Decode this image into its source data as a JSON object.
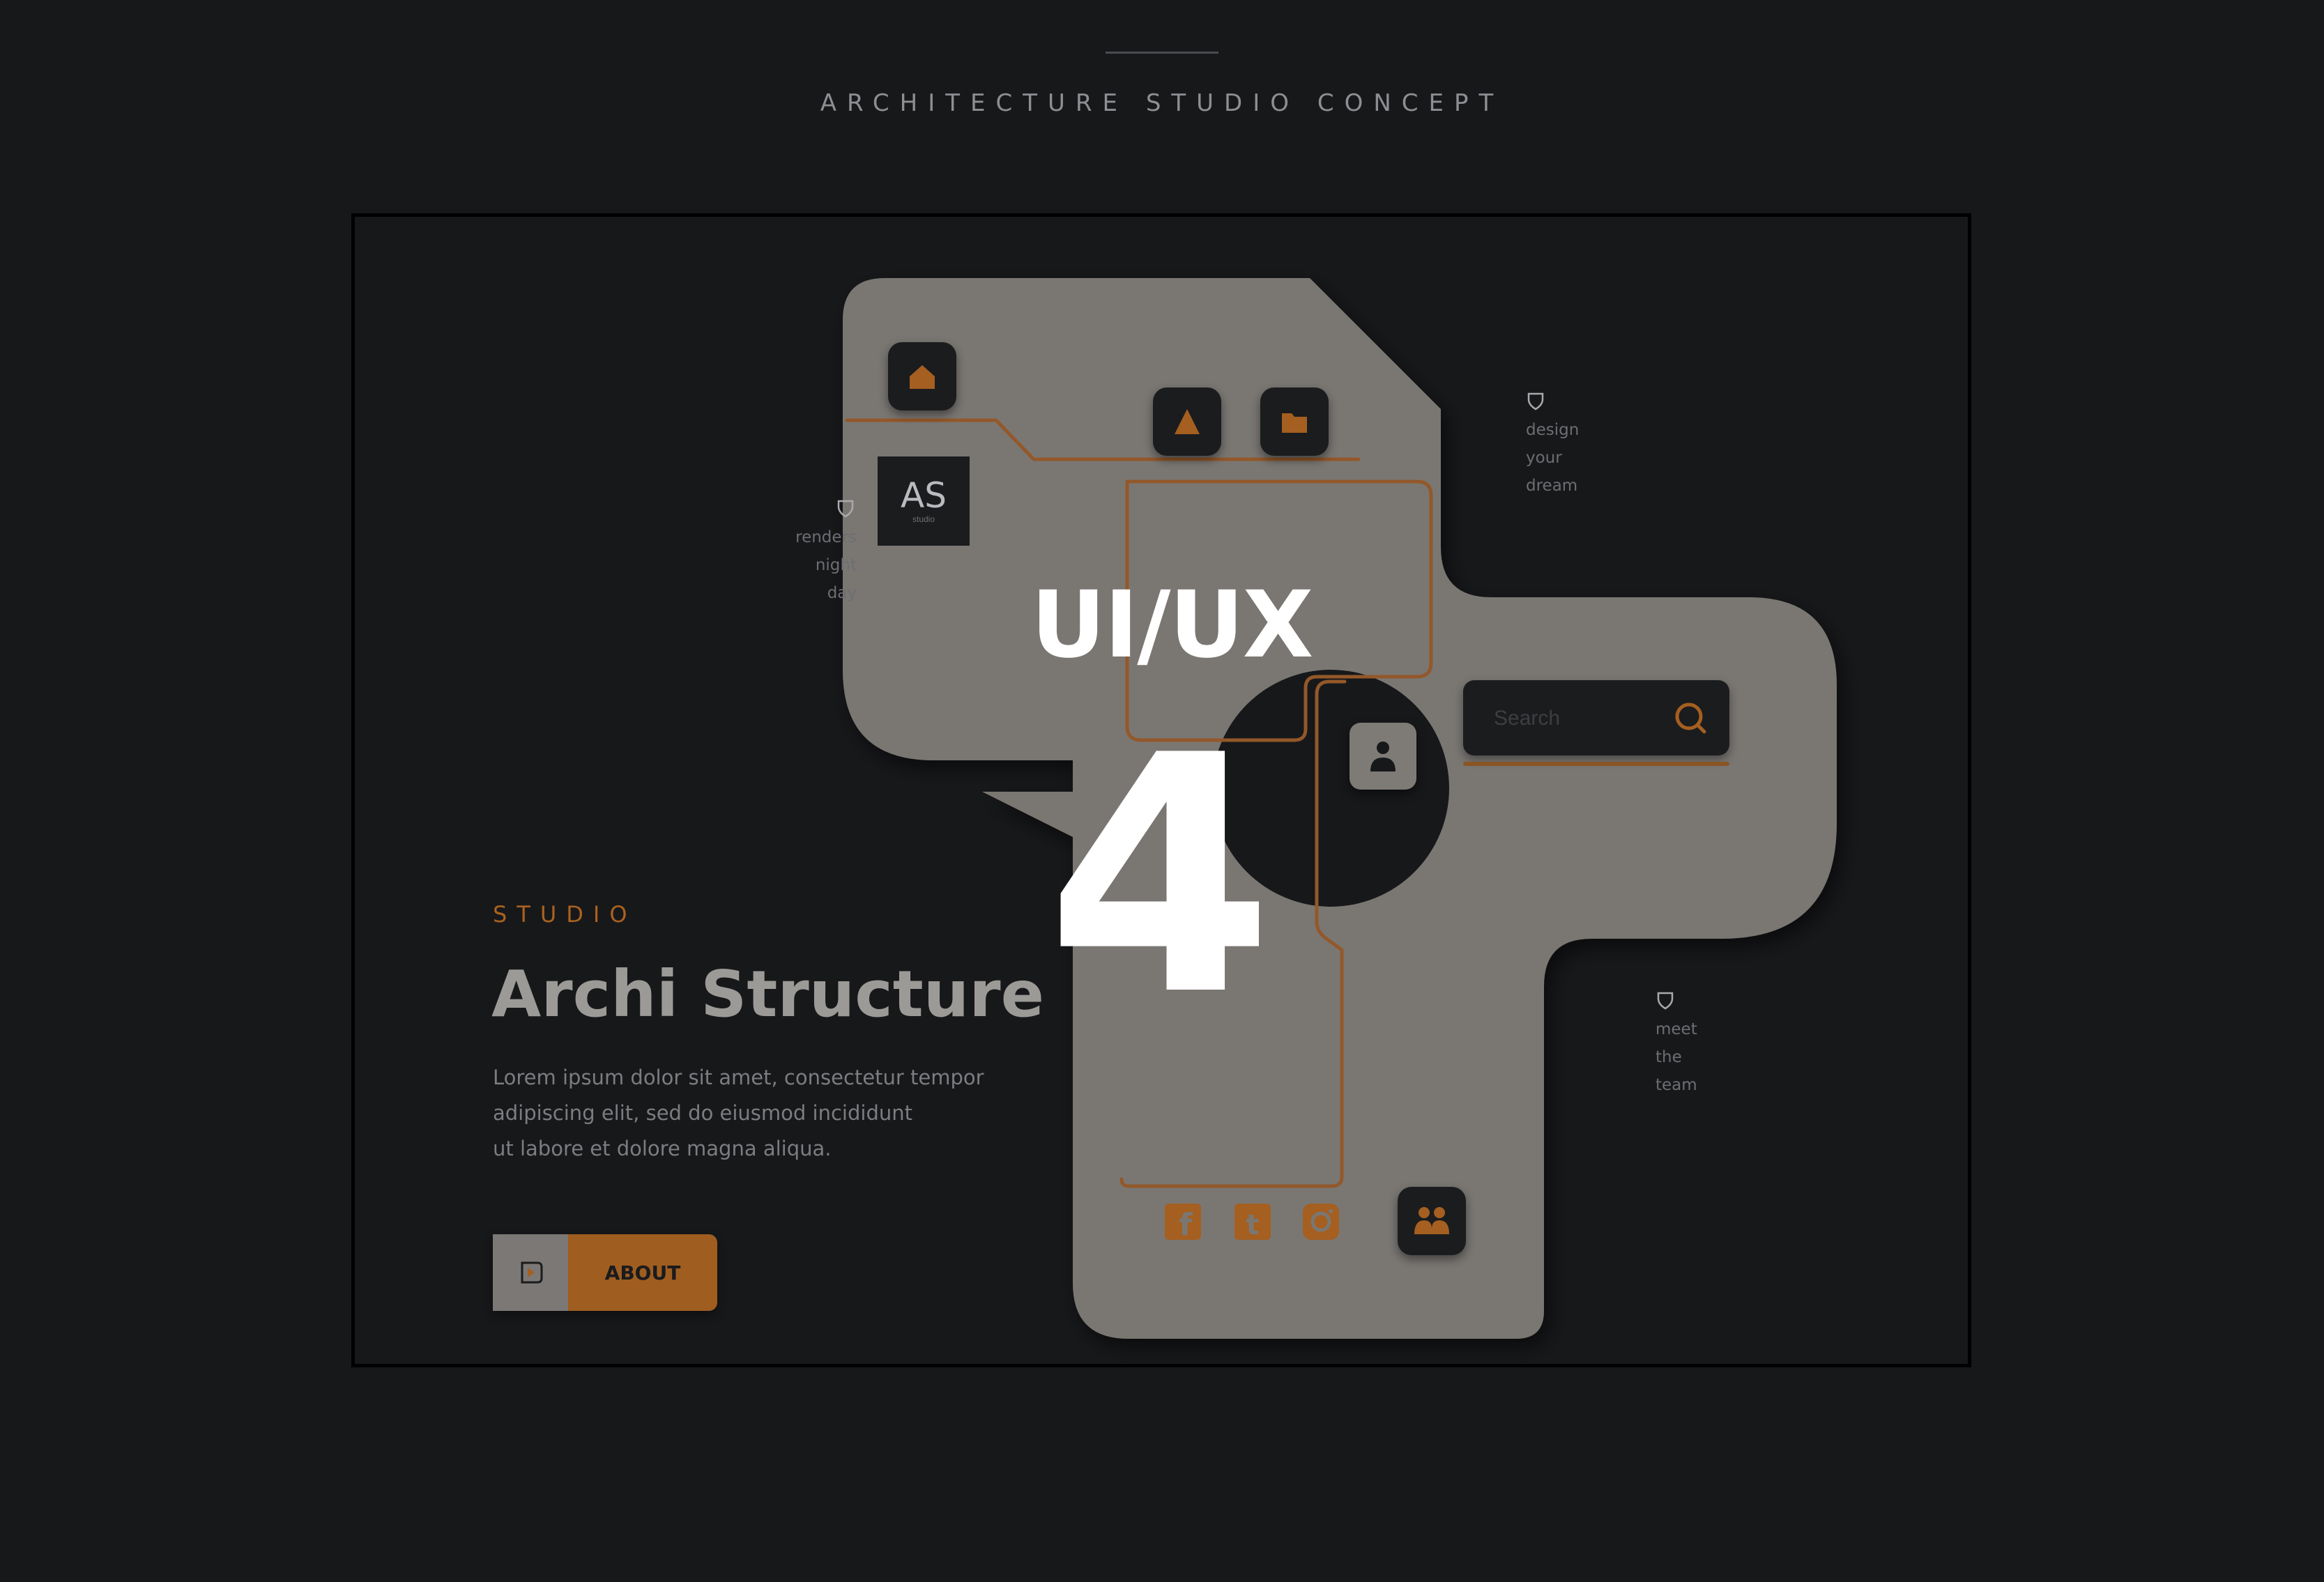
{
  "page": {
    "title": "ARCHITECTURE STUDIO CONCEPT"
  },
  "colors": {
    "background": "#17181a",
    "panel": "#7a7773",
    "accent": "#a9621f",
    "dark_tile": "#1b1c1e"
  },
  "header_icons": [
    {
      "name": "home-icon"
    },
    {
      "name": "triangle-icon"
    },
    {
      "name": "folder-icon"
    }
  ],
  "logo": {
    "main": "AS",
    "sub": "studio"
  },
  "notes": {
    "left": [
      "renders",
      "night",
      "day"
    ],
    "top_right": [
      "design",
      "your",
      "dream"
    ],
    "bottom_right": [
      "meet",
      "the",
      "team"
    ]
  },
  "overlay": {
    "line1": "UI/UX",
    "line2": "4"
  },
  "search": {
    "placeholder": "Search",
    "value": ""
  },
  "hero": {
    "eyebrow": "STUDIO",
    "title": "Archi Structure",
    "body": [
      "Lorem ipsum dolor sit amet, consectetur tempor",
      "adipiscing elit, sed do eiusmod  incididunt",
      "ut labore et dolore magna aliqua."
    ],
    "button_label": "ABOUT"
  },
  "social": [
    {
      "name": "facebook-icon",
      "glyph": "f"
    },
    {
      "name": "tumblr-icon",
      "glyph": "t"
    },
    {
      "name": "instagram-icon",
      "glyph": ""
    }
  ]
}
